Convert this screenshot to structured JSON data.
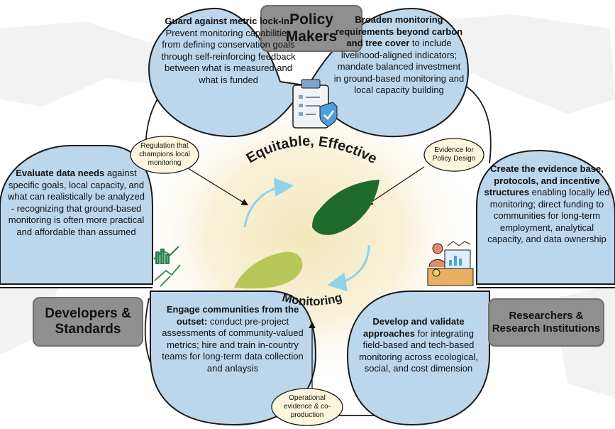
{
  "center": {
    "top_label": "Equitable, Effective",
    "bottom_label": "Monitoring"
  },
  "roles": {
    "policy": "Policy Makers",
    "developers": "Developers & Standards",
    "researchers": "Researchers & Research Institutions"
  },
  "cards": {
    "policy_left": {
      "bold": "Guard against metric lock-in.",
      "rest": " Prevent monitoring capabilities from defining conservation goals through self-reinforcing feedback between what is measured and what is funded"
    },
    "policy_right": {
      "bold": "Broaden monitoring requirements beyond carbon and tree cover",
      "rest": " to include livelihood-aligned indicators; mandate balanced investment in ground-based monitoring and local capacity building"
    },
    "dev_top": {
      "bold": "Evaluate data needs",
      "rest": " against specific goals, local capacity, and what can realistically be analyzed - recognizing that ground-based monitoring is often more practical and affordable than assumed"
    },
    "dev_bottom": {
      "bold": "Engage communities from the outset:",
      "rest": " conduct pre-project assessments of community-valued metrics; hire and train in-country teams for long-term data collection and anlaysis"
    },
    "res_top": {
      "bold": "Create the evidence base, protocols, and incentive structures",
      "rest": " enabling locally led monitoring; direct funding to communities for long-term employment, analytical capacity, and data ownership"
    },
    "res_bottom": {
      "bold": "Develop and validate approaches",
      "rest": " for integrating field-based and tech-based monitoring across ecological, social, and cost dimension"
    }
  },
  "connectors": {
    "regulation": "Regulation that champions local monitoring",
    "evidence": "Evidence for Policy Design",
    "operational": "Operational evidence & co-production"
  },
  "colors": {
    "petal_fill": "#bcd6ec",
    "petal_stroke": "#1a1a1a",
    "role_box": "#8f8f8f",
    "connector_fill": "#fdf6dc",
    "center_glow": "#f6edc8",
    "leaf_dark": "#1f6b2c",
    "leaf_light": "#b7c75a",
    "arrow_blue": "#8fd3ea"
  },
  "icons": [
    "policy-document-shield-icon",
    "data-analytics-hands-icon",
    "researcher-dashboard-icon",
    "leaf-cycle-icon"
  ]
}
